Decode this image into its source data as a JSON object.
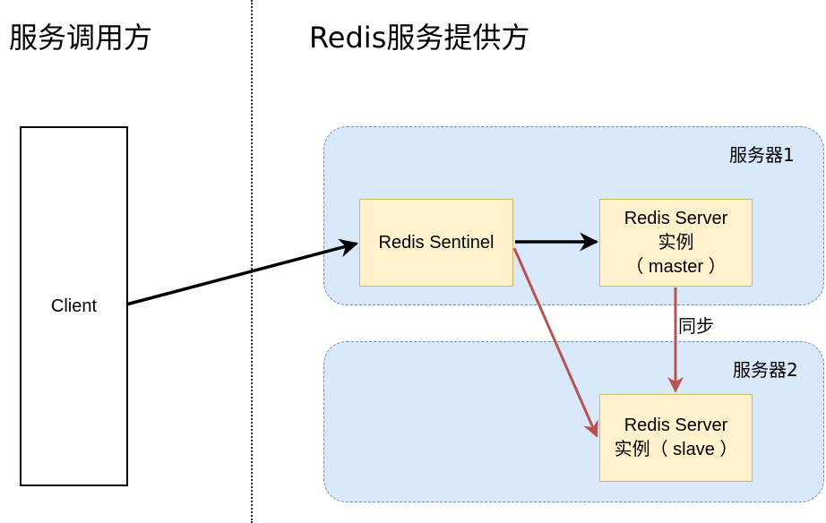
{
  "headings": {
    "consumer": "服务调用方",
    "provider": "Redis服务提供方"
  },
  "client": {
    "label": "Client"
  },
  "groups": {
    "server1": {
      "label": "服务器1"
    },
    "server2": {
      "label": "服务器2"
    }
  },
  "nodes": {
    "sentinel": {
      "label": "Redis Sentinel"
    },
    "master": {
      "label": "Redis Server\n实例\n（ master ）"
    },
    "slave": {
      "label": "Redis Server\n实例（ slave ）"
    }
  },
  "edges": {
    "sync_label": "同步"
  },
  "colors": {
    "group_fill": "#dae8fc",
    "group_border": "#6c8ebf",
    "node_fill": "#fff2cc",
    "node_border": "#d6b656",
    "black_edge": "#000000",
    "red_edge": "#b85450"
  }
}
